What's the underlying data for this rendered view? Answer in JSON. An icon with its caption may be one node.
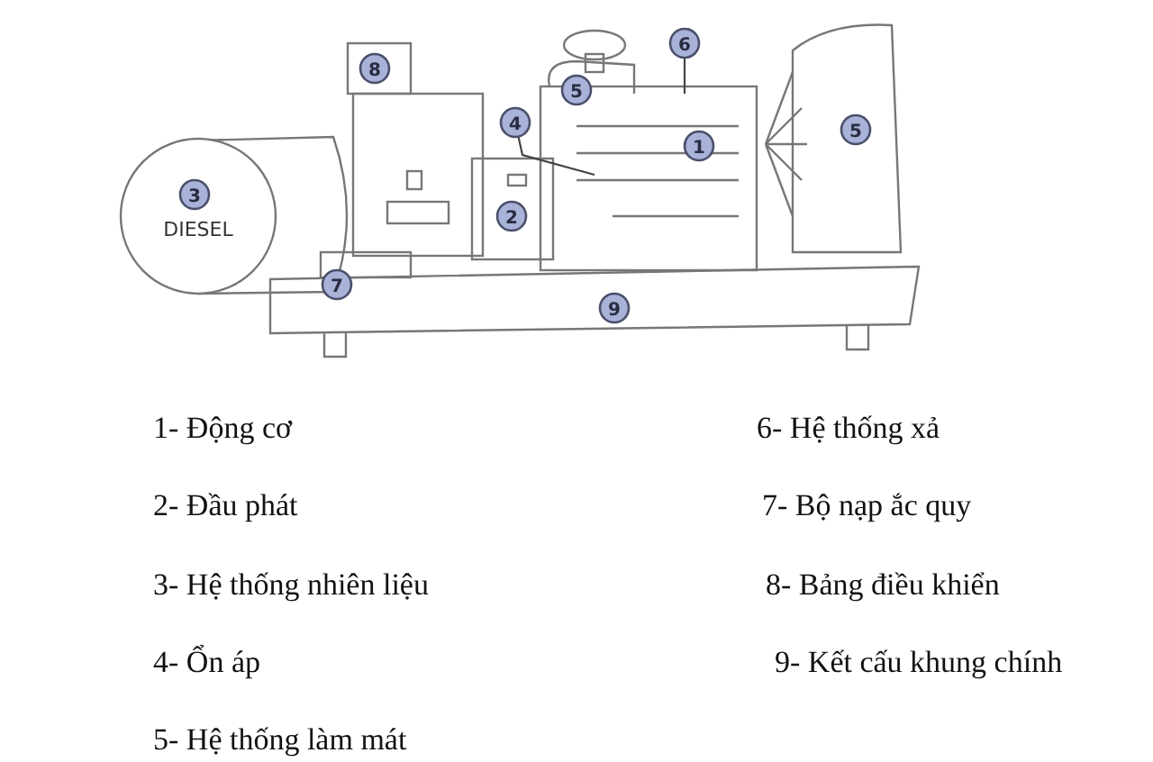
{
  "diagram": {
    "nodes": [
      {
        "text": [
          "8"
        ]
      },
      {
        "text": [
          "6"
        ]
      },
      {
        "text": [
          "5"
        ]
      },
      {
        "text": [
          "4"
        ]
      },
      {
        "text": [
          "5"
        ]
      },
      {
        "text": [
          "1"
        ]
      },
      {
        "text": [
          "3"
        ]
      },
      {
        "text": [
          "2"
        ]
      },
      {
        "text": [
          "7"
        ]
      },
      {
        "text": [
          "9"
        ]
      }
    ],
    "edges": [
      {
        "from": 1,
        "to": null,
        "arrow": "none"
      },
      {
        "from": 3,
        "to": null,
        "arrow": "none"
      }
    ],
    "labels": [
      "DIESEL",
      "1- Động cơ",
      "6- Hệ thống xả",
      "2- Đầu phát",
      "7- Bộ nạp ắc quy",
      "3- Hệ thống nhiên liệu",
      "8- Bảng điều khiển",
      "4- Ổn áp",
      "9- Kết cấu khung chính",
      "5- Hệ thống làm mát"
    ]
  }
}
